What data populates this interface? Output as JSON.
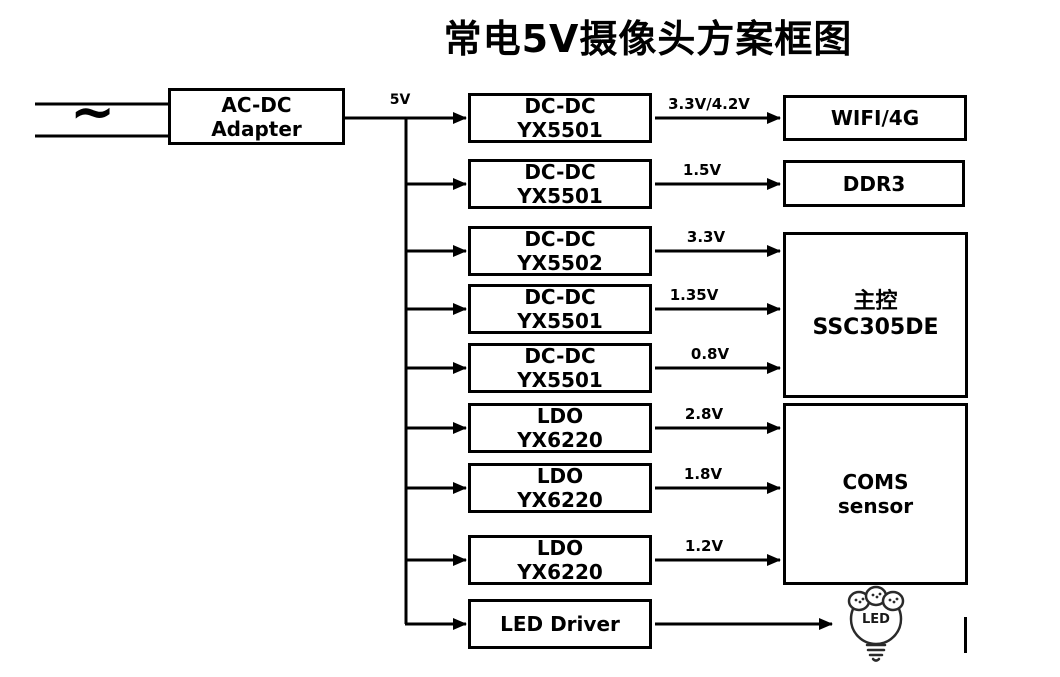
{
  "title": "常电5V摄像头方案框图",
  "source": {
    "ac_symbol": "~",
    "adapter": {
      "line1": "AC-DC",
      "line2": "Adapter"
    },
    "bus_voltage": "5V"
  },
  "regulators": [
    {
      "line1": "DC-DC",
      "line2": "YX5501",
      "output": "3.3V/4.2V"
    },
    {
      "line1": "DC-DC",
      "line2": "YX5501",
      "output": "1.5V"
    },
    {
      "line1": "DC-DC",
      "line2": "YX5502",
      "output": "3.3V"
    },
    {
      "line1": "DC-DC",
      "line2": "YX5501",
      "output": "1.35V"
    },
    {
      "line1": "DC-DC",
      "line2": "YX5501",
      "output": "0.8V"
    },
    {
      "line1": "LDO",
      "line2": "YX6220",
      "output": "2.8V"
    },
    {
      "line1": "LDO",
      "line2": "YX6220",
      "output": "1.8V"
    },
    {
      "line1": "LDO",
      "line2": "YX6220",
      "output": "1.2V"
    },
    {
      "line1": "LED Driver",
      "line2": "",
      "output": ""
    }
  ],
  "loads": {
    "wifi": "WIFI/4G",
    "ddr": "DDR3",
    "soc": {
      "line1": "主控",
      "line2": "SSC305DE"
    },
    "sensor": {
      "line1": "COMS",
      "line2": "sensor"
    },
    "led": "LED"
  }
}
